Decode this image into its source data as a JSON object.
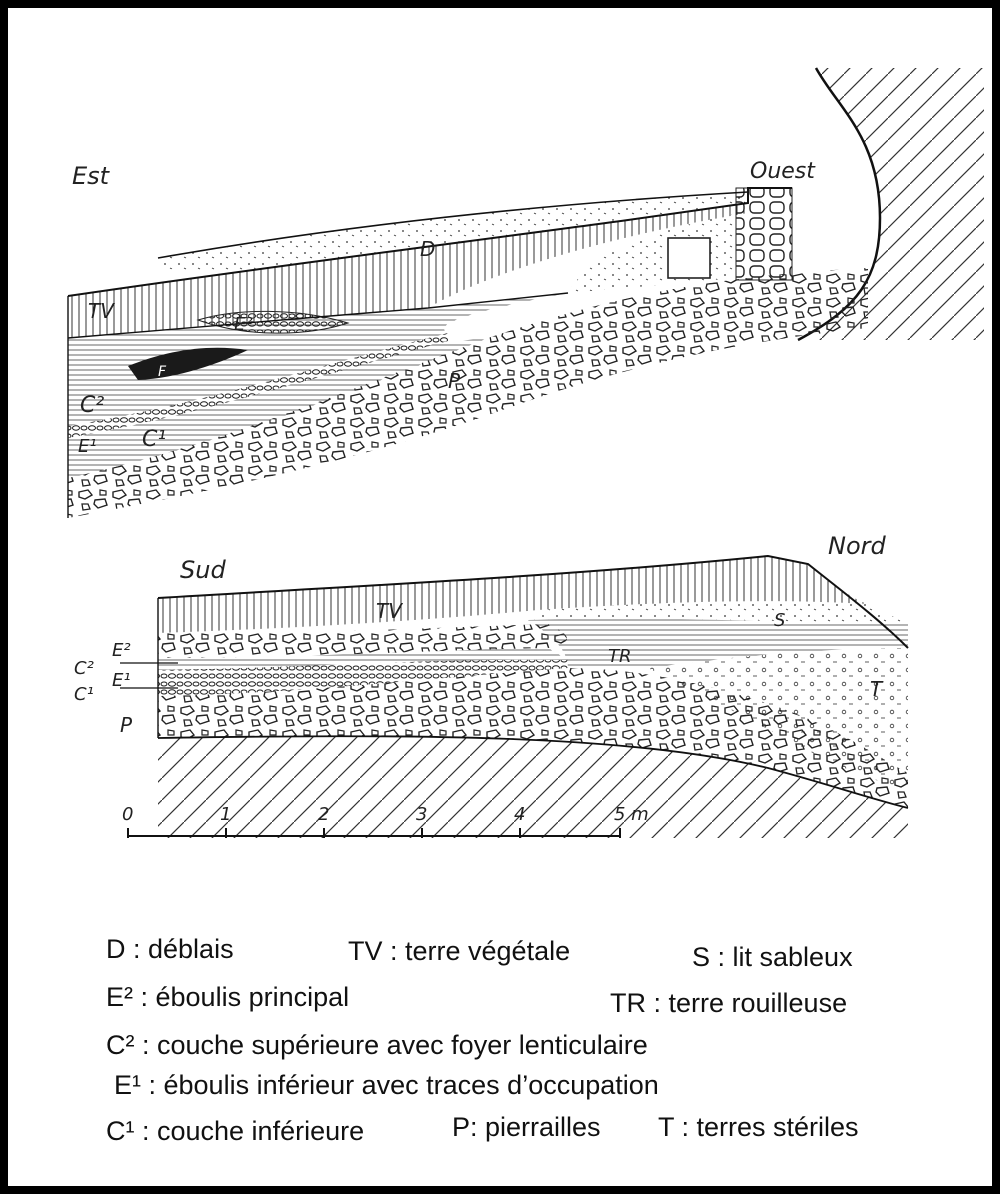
{
  "top_section": {
    "east_label": "Est",
    "west_label": "Ouest",
    "layer_labels": {
      "D": "D",
      "TV": "TV",
      "E2": "E²",
      "F": "F",
      "C2": "C²",
      "E1": "E¹",
      "C1": "C¹",
      "P": "P"
    }
  },
  "bottom_section": {
    "south_label": "Sud",
    "north_label": "Nord",
    "layer_labels": {
      "TV": "TV",
      "S": "S",
      "E2": "E²",
      "TR": "TR",
      "C2": "C²",
      "E1": "E¹",
      "C1": "C¹",
      "P": "P",
      "T": "T"
    }
  },
  "scale": {
    "ticks": [
      "0",
      "1",
      "2",
      "3",
      "4",
      "5 m"
    ]
  },
  "legend": {
    "D": "D : déblais",
    "TV": "TV : terre végétale",
    "S": "S : lit sableux",
    "E2": "E² : éboulis principal",
    "TR": "TR : terre rouilleuse",
    "C2": "C² : couche supérieure avec foyer lenticulaire",
    "E1": "E¹ : éboulis inférieur avec traces d’occupation",
    "C1": "C¹ : couche inférieure",
    "P": "P: pierrailles",
    "T": "T : terres stériles"
  }
}
